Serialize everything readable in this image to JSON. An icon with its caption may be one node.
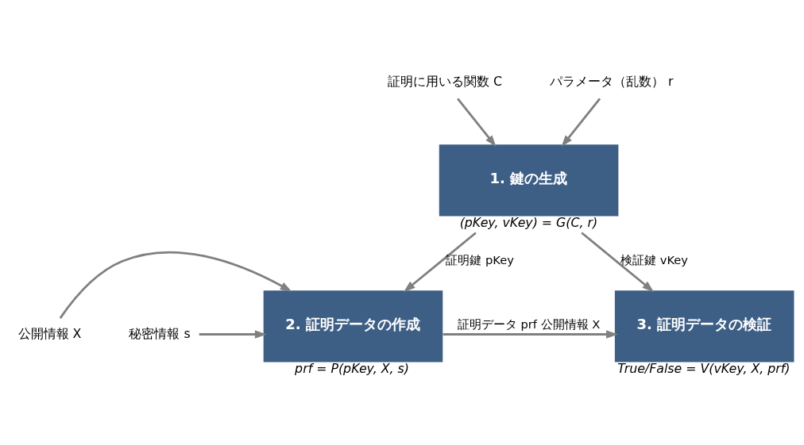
{
  "diagram": {
    "nodes": [
      {
        "text": [
          "証明に用いる関数 C"
        ]
      },
      {
        "text": [
          "パラメータ（乱数） r"
        ]
      },
      {
        "text": [
          "1. 鍵の生成"
        ],
        "beside": [
          "(pKey, vKey) = G(C, r)"
        ]
      },
      {
        "text": [
          "2. 証明データの作成"
        ],
        "beside": [
          "prf = P(pKey, X, s)"
        ]
      },
      {
        "text": [
          "3. 証明データの検証"
        ],
        "beside": [
          "True/False = V(vKey, X, prf)"
        ]
      },
      {
        "text": [
          "公開情報 X"
        ]
      },
      {
        "text": [
          "秘密情報 s"
        ]
      }
    ],
    "edges": [
      {
        "from": 0,
        "to": 2,
        "arrow": "to"
      },
      {
        "from": 1,
        "to": 2,
        "arrow": "to"
      },
      {
        "from": 2,
        "to": 3,
        "arrow": "to",
        "label": "証明鍵 pKey"
      },
      {
        "from": 2,
        "to": 4,
        "arrow": "to",
        "label": "検証鍵 vKey"
      },
      {
        "from": 5,
        "to": 3,
        "arrow": "to"
      },
      {
        "from": 6,
        "to": 3,
        "arrow": "to"
      },
      {
        "from": 3,
        "to": 4,
        "arrow": "to",
        "label": "証明データ prf 公開情報 X"
      }
    ]
  }
}
